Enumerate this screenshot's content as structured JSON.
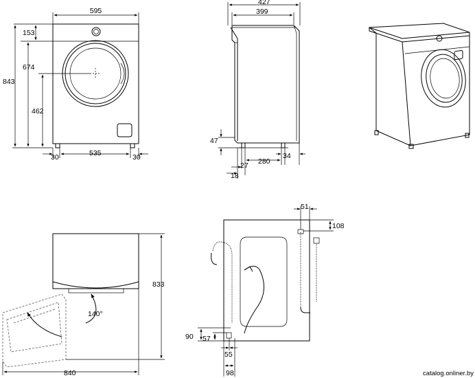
{
  "front_view": {
    "width": "595",
    "top_to_panel": "153",
    "door_center_height": "674",
    "total_height": "843",
    "door_bottom_height": "462",
    "foot_left": "30",
    "foot_span": "535",
    "foot_right": "30"
  },
  "side_view": {
    "depth_total": "427",
    "depth_body": "399",
    "foot_height": "47",
    "foot_offset_front": "27",
    "foot_offset_edge": "18",
    "foot_span": "280",
    "foot_offset_back": "34"
  },
  "door_view": {
    "door_swing_depth": "840",
    "height": "833",
    "door_angle": "140°"
  },
  "rear_view": {
    "hose_offset_right": "51",
    "hose_top": "108",
    "drain_height": "90",
    "drain_low": "57",
    "drain_offset": "55",
    "drain_offset_total": "98"
  },
  "watermark": "catalog.onliner.by"
}
